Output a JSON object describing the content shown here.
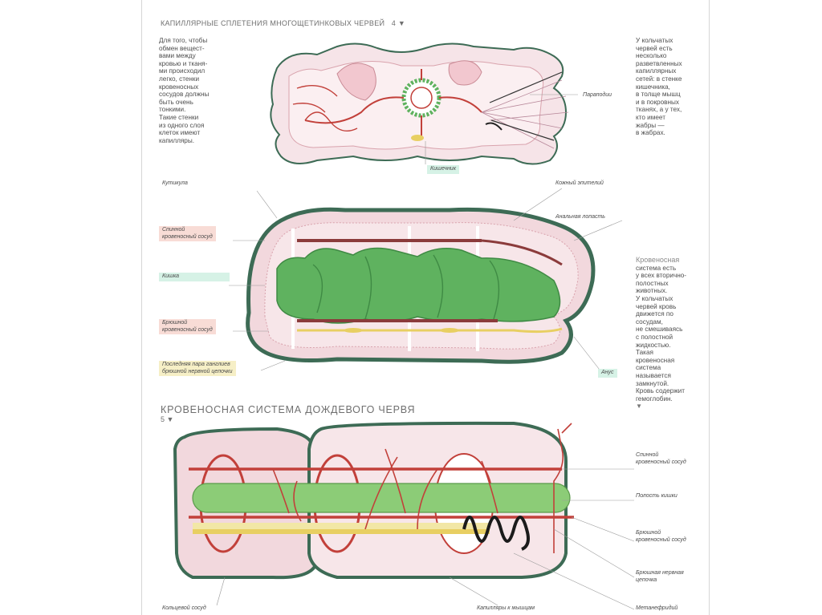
{
  "figure4": {
    "title": "Капиллярные сплетения многощетинковых червей",
    "number": "4",
    "left_note": "Для того, чтобы\nобмен вещест-\nвами между\nкровью и тканя-\nми происходил\nлегко, стенки\nкровеносных\nсосудов должны\nбыть очень\nтонкими.\nТакие стенки\nиз одного слоя\nклеток имеют\nкапилляры.",
    "right_note": "У кольчатых\nчервей есть\nнесколько\nразветвленных\nкапиллярных\nсетей: в стенке\nкишечника,\nв толще мышц\nи в покровных\nтканях, а у тех,\nкто имеет\nжабры —\nв жабрах.",
    "labels": {
      "parapodia": "Параподии",
      "intestine": "Кишечник"
    }
  },
  "section_labels": {
    "cuticle": "Кутикула",
    "skin_epithelium": "Кожный эпителий",
    "anal_lobe": "Анальная лопасть",
    "dorsal_vessel": "Спинной\nкровеносный сосуд",
    "gut": "Кишка",
    "ventral_vessel": "Брюшной\nкровеносный сосуд",
    "last_ganglia": "Последняя пара ганглиев\nбрюшной нервной цепочки",
    "anus": "Анус"
  },
  "closed_system_note": {
    "lead": "Кровеносная",
    "body": "система есть\nу всех вторично-\nполостных\nживотных.\nУ кольчатых\nчервей кровь\nдвижется по\nсосудам,\nне смешиваясь\nс полостной\nжидкостью.\nТакая\nкровеносная\nсистема\nназывается\nзамкнутой.\nКровь содержит\nгемоглобин."
  },
  "figure5": {
    "title": "Кровеносная система дождевого червя",
    "number": "5",
    "labels": {
      "dorsal_vessel": "Спинной\nкровеносный сосуд",
      "gut_cavity": "Полость кишки",
      "ventral_vessel": "Брюшной\nкровеносный сосуд",
      "ventral_nerve_cord": "Брюшная нервная\nцепочка",
      "metanephridium": "Метанефридий",
      "ring_vessel": "Кольцевой сосуд",
      "muscle_capillaries": "Капилляры к мышцам"
    }
  },
  "colors": {
    "vessel": "#c2403a",
    "gut": "#5fb25f",
    "wall": "#3d6b55",
    "tissue": "#f3d6da",
    "nerve": "#e8cf62"
  }
}
